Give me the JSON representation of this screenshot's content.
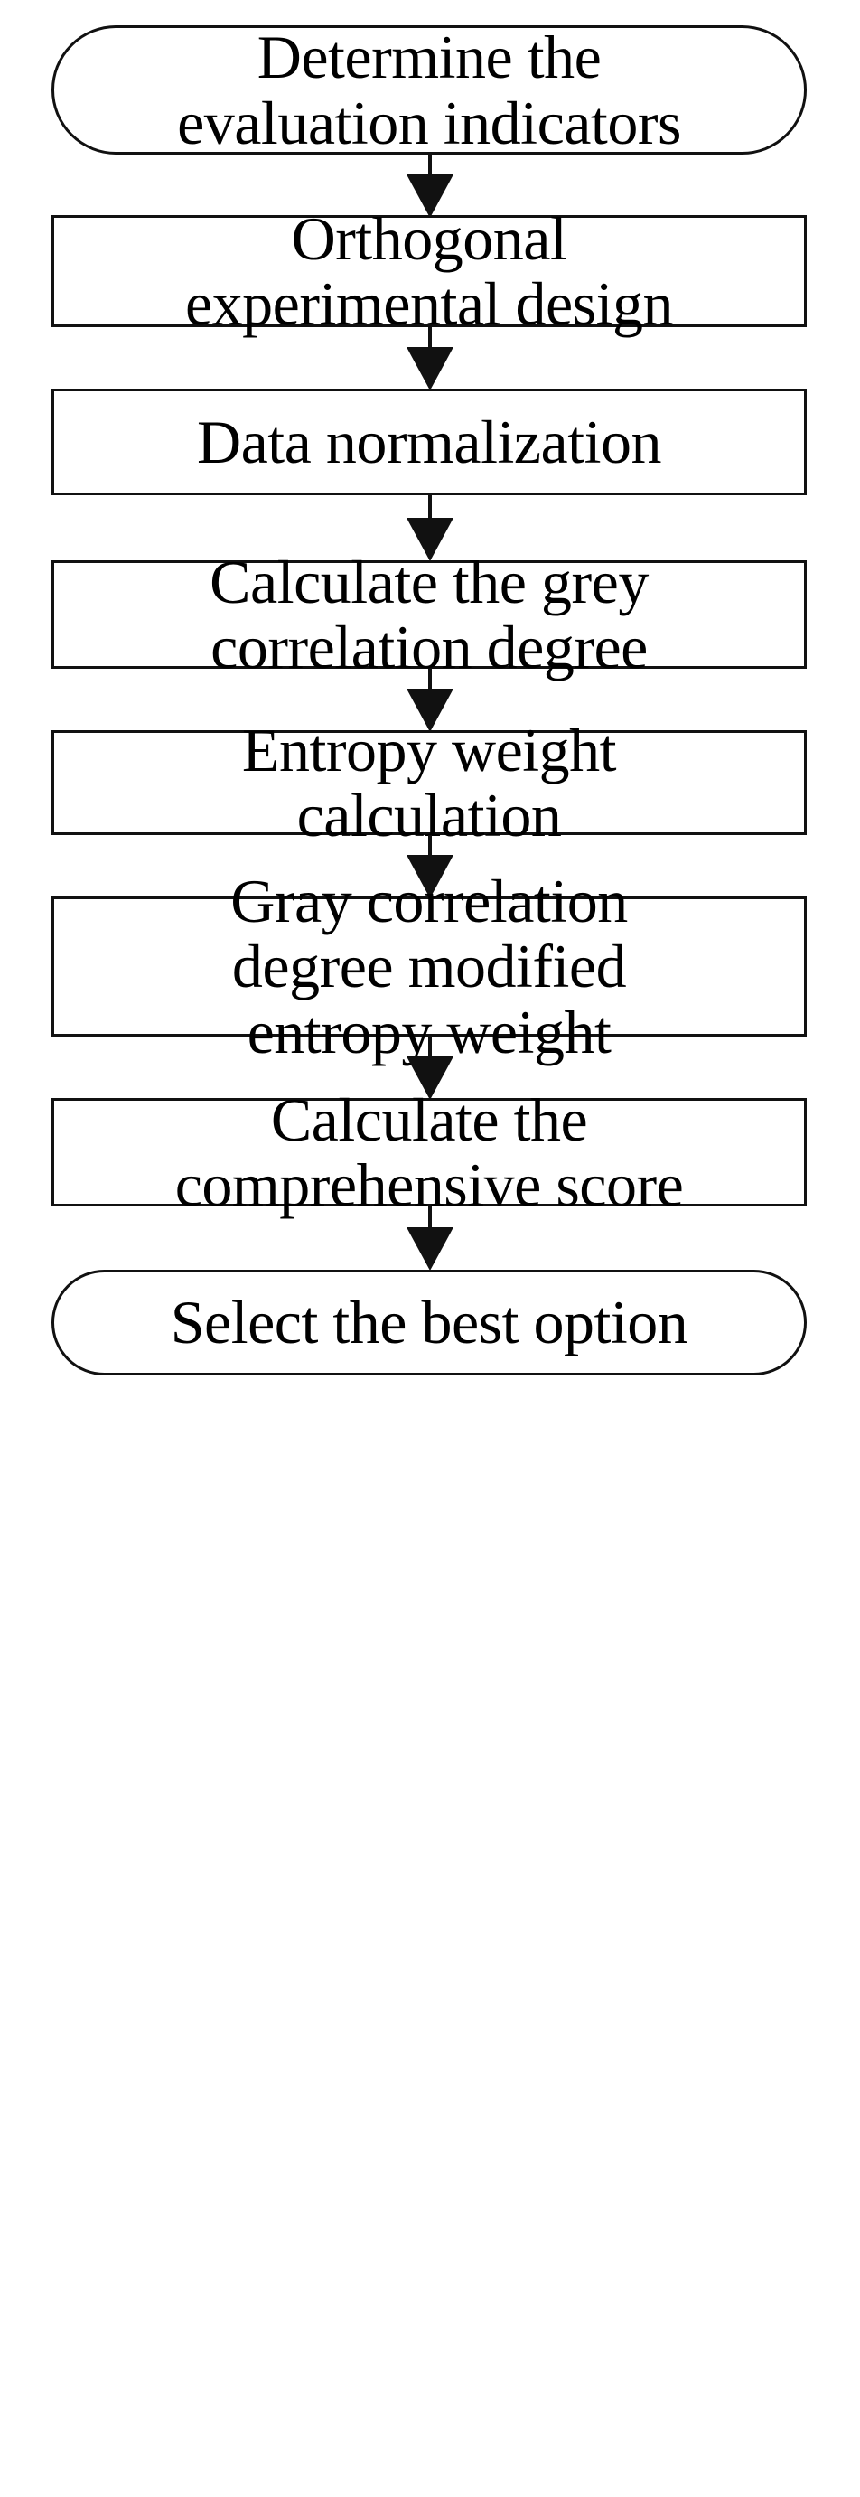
{
  "diagram": {
    "title": "Grey correlation modified entropy weight evaluation flowchart",
    "type": "flowchart",
    "orientation": "top-to-bottom",
    "colors": {
      "background": "#ffffff",
      "stroke": "#111111",
      "text": "#000000",
      "fill": "#ffffff"
    },
    "nodes": [
      {
        "id": "n1",
        "shape": "terminator",
        "label": "Determine the\nevaluation indicators",
        "lines": [
          "Determine the",
          "evaluation indicators"
        ]
      },
      {
        "id": "n2",
        "shape": "process",
        "label": "Orthogonal\nexperimental design",
        "lines": [
          "Orthogonal",
          "experimental design"
        ]
      },
      {
        "id": "n3",
        "shape": "process",
        "label": "Data normalization",
        "lines": [
          "Data normalization"
        ]
      },
      {
        "id": "n4",
        "shape": "process",
        "label": "Calculate the grey\ncorrelation degree",
        "lines": [
          "Calculate the grey",
          "correlation degree"
        ]
      },
      {
        "id": "n5",
        "shape": "process",
        "label": "Entropy weight\ncalculation",
        "lines": [
          "Entropy weight",
          "calculation"
        ]
      },
      {
        "id": "n6",
        "shape": "process",
        "label": "Gray correlation\ndegree modified\nentropy weight",
        "lines": [
          "Gray correlation",
          "degree modified",
          "entropy weight"
        ]
      },
      {
        "id": "n7",
        "shape": "process",
        "label": "Calculate the\ncomprehensive score",
        "lines": [
          "Calculate the",
          "comprehensive score"
        ]
      },
      {
        "id": "n8",
        "shape": "terminator",
        "label": "Select the best option",
        "lines": [
          "Select the best option"
        ]
      }
    ],
    "edges": [
      {
        "id": "e1",
        "from": "n1",
        "to": "n2",
        "arrow": "down-arrow",
        "label": ""
      },
      {
        "id": "e2",
        "from": "n2",
        "to": "n3",
        "arrow": "down-arrow",
        "label": ""
      },
      {
        "id": "e3",
        "from": "n3",
        "to": "n4",
        "arrow": "down-arrow",
        "label": ""
      },
      {
        "id": "e4",
        "from": "n4",
        "to": "n5",
        "arrow": "down-arrow",
        "label": ""
      },
      {
        "id": "e5",
        "from": "n5",
        "to": "n6",
        "arrow": "down-arrow",
        "label": ""
      },
      {
        "id": "e6",
        "from": "n6",
        "to": "n7",
        "arrow": "down-arrow",
        "label": ""
      },
      {
        "id": "e7",
        "from": "n7",
        "to": "n8",
        "arrow": "down-arrow",
        "label": ""
      }
    ]
  }
}
